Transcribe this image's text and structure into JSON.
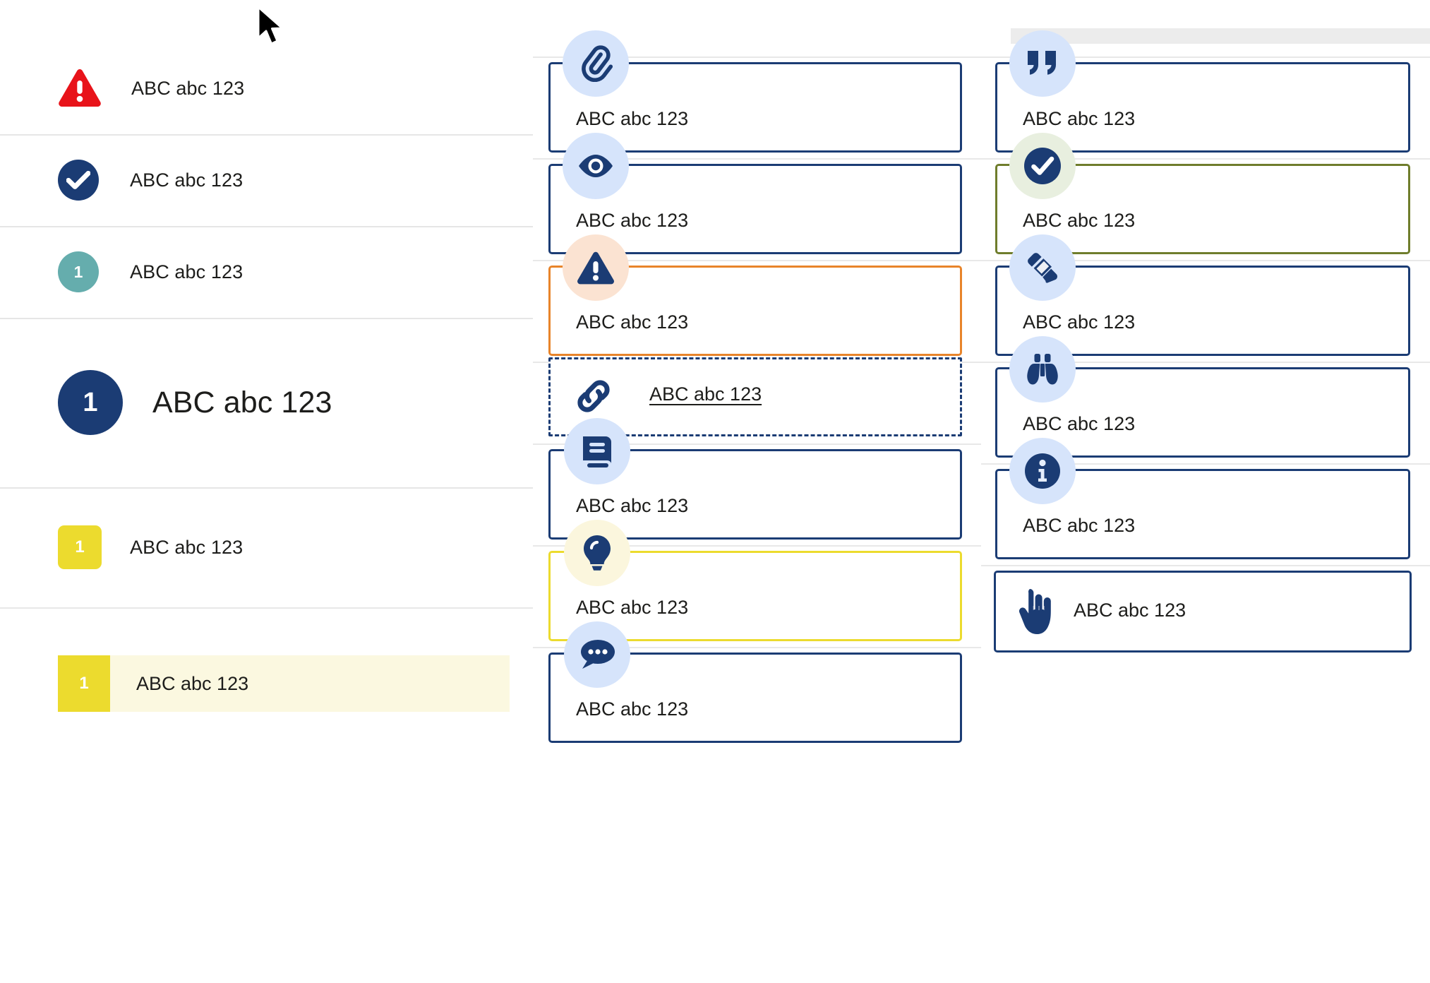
{
  "colors": {
    "brand_navy": "#1b3c74",
    "alert_red": "#e8131a",
    "teal": "#65adad",
    "yellow": "#ecdb2e",
    "yellow_bg": "#fbf8e0",
    "orange": "#e8842a",
    "olive": "#6f7d2c",
    "icon_bubble_blue": "#d6e4fb",
    "icon_bubble_peach": "#fbe3d2",
    "icon_bubble_mint": "#e8efdf",
    "icon_bubble_cream": "#fbf6dd",
    "divider": "#e6e6e6"
  },
  "sample_text": "ABC abc 123",
  "left_column": {
    "rows": [
      {
        "id": "alert",
        "icon": "warning-triangle-icon",
        "badge_text": "",
        "label": "ABC abc 123"
      },
      {
        "id": "success",
        "icon": "check-circle-icon",
        "badge_text": "",
        "label": "ABC abc 123"
      },
      {
        "id": "step-teal",
        "icon": "number-circle-icon",
        "badge_text": "1",
        "label": "ABC abc 123"
      },
      {
        "id": "step-large",
        "icon": "number-circle-icon",
        "badge_text": "1",
        "label": "ABC abc 123"
      },
      {
        "id": "step-yellow",
        "icon": "number-square-icon",
        "badge_text": "1",
        "label": "ABC abc 123"
      }
    ],
    "highlighted_row": {
      "badge_text": "1",
      "label": "ABC abc 123"
    }
  },
  "middle_column": {
    "cards": [
      {
        "id": "attachment",
        "icon": "paperclip-icon",
        "bubble": "blue",
        "border": "navy",
        "label": "ABC abc 123"
      },
      {
        "id": "visibility",
        "icon": "eye-icon",
        "bubble": "blue",
        "border": "navy",
        "label": "ABC abc 123"
      },
      {
        "id": "warning",
        "icon": "warning-icon",
        "bubble": "peach",
        "border": "orange",
        "label": "ABC abc 123"
      },
      {
        "id": "link",
        "icon": "link-icon",
        "bubble": "none",
        "border": "dashed",
        "label": "ABC abc 123"
      },
      {
        "id": "reference",
        "icon": "book-icon",
        "bubble": "blue",
        "border": "navy",
        "label": "ABC abc 123"
      },
      {
        "id": "tip",
        "icon": "lightbulb-icon",
        "bubble": "cream",
        "border": "yellow",
        "label": "ABC abc 123"
      },
      {
        "id": "comment",
        "icon": "chat-bubble-icon",
        "bubble": "blue",
        "border": "navy",
        "label": "ABC abc 123"
      }
    ]
  },
  "right_column": {
    "cards": [
      {
        "id": "quote",
        "icon": "quote-icon",
        "bubble": "blue",
        "border": "navy",
        "label": "ABC abc 123"
      },
      {
        "id": "confirmed",
        "icon": "check-circle-icon",
        "bubble": "mint",
        "border": "olive",
        "label": "ABC abc 123"
      },
      {
        "id": "edit",
        "icon": "pencil-icon",
        "bubble": "blue",
        "border": "navy",
        "label": "ABC abc 123"
      },
      {
        "id": "observe",
        "icon": "binoculars-icon",
        "bubble": "blue",
        "border": "navy",
        "label": "ABC abc 123"
      },
      {
        "id": "info",
        "icon": "info-circle-icon",
        "bubble": "blue",
        "border": "navy",
        "label": "ABC abc 123"
      },
      {
        "id": "action",
        "icon": "pointing-hand-icon",
        "bubble": "none",
        "border": "navy",
        "label": "ABC abc 123"
      }
    ]
  },
  "cursor": {
    "icon": "mouse-pointer-icon"
  }
}
